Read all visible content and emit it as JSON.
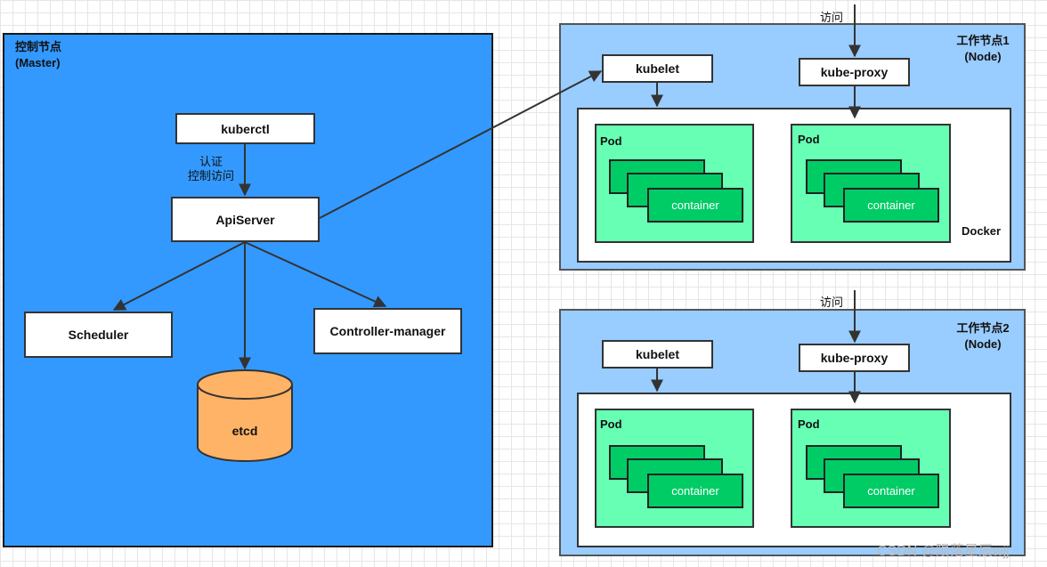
{
  "master": {
    "title_line1": "控制节点",
    "title_line2": "(Master)",
    "kubectl": "kuberctl",
    "auth_line1": "认证",
    "auth_line2": "控制访问",
    "apiserver": "ApiServer",
    "scheduler": "Scheduler",
    "controller_manager": "Controller-manager",
    "etcd": "etcd"
  },
  "nodes": [
    {
      "title_line1": "工作节点1",
      "title_line2": "(Node)",
      "access": "访问",
      "kubelet": "kubelet",
      "kube_proxy": "kube-proxy",
      "runtime": "Docker",
      "pods": [
        {
          "label": "Pod",
          "container": "container"
        },
        {
          "label": "Pod",
          "container": "container"
        }
      ]
    },
    {
      "title_line1": "工作节点2",
      "title_line2": "(Node)",
      "access": "访问",
      "kubelet": "kubelet",
      "kube_proxy": "kube-proxy",
      "pods": [
        {
          "label": "Pod",
          "container": "container"
        },
        {
          "label": "Pod",
          "container": "container"
        }
      ]
    }
  ],
  "watermark": "CSDN @陨落星辰wjj",
  "colors": {
    "master_bg": "#3399ff",
    "node_bg": "#99ccff",
    "pod_bg": "#66ffb3",
    "container_bg": "#00cc66",
    "etcd_bg": "#ffb366"
  }
}
